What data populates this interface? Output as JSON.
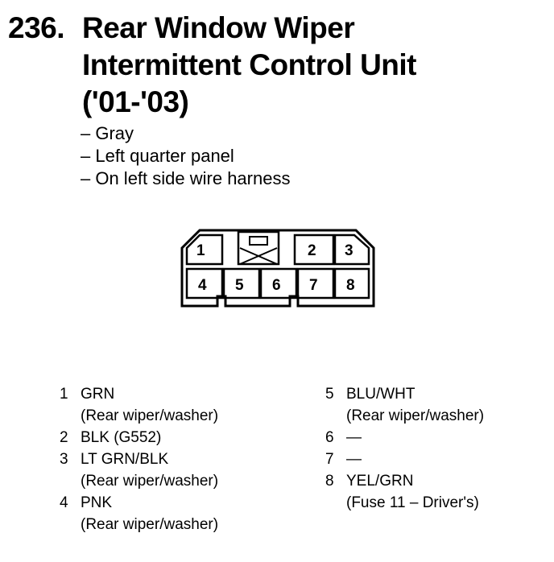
{
  "heading": {
    "number": "236.",
    "title_lines": [
      "Rear Window Wiper",
      "Intermittent Control Unit",
      "('01-'03)"
    ]
  },
  "notes": [
    "– Gray",
    "– Left quarter panel",
    "– On left side wire harness"
  ],
  "connector": {
    "pin_labels": [
      "1",
      "2",
      "3",
      "4",
      "5",
      "6",
      "7",
      "8"
    ]
  },
  "pins": [
    {
      "num": "1",
      "wire": "GRN",
      "desc": "(Rear wiper/washer)"
    },
    {
      "num": "2",
      "wire": "BLK (G552)",
      "desc": ""
    },
    {
      "num": "3",
      "wire": "LT GRN/BLK",
      "desc": "(Rear wiper/washer)"
    },
    {
      "num": "4",
      "wire": "PNK",
      "desc": "(Rear wiper/washer)"
    },
    {
      "num": "5",
      "wire": "BLU/WHT",
      "desc": "(Rear wiper/washer)"
    },
    {
      "num": "6",
      "wire": "—",
      "desc": ""
    },
    {
      "num": "7",
      "wire": "—",
      "desc": ""
    },
    {
      "num": "8",
      "wire": "YEL/GRN",
      "desc": "(Fuse 11 – Driver's)"
    }
  ]
}
